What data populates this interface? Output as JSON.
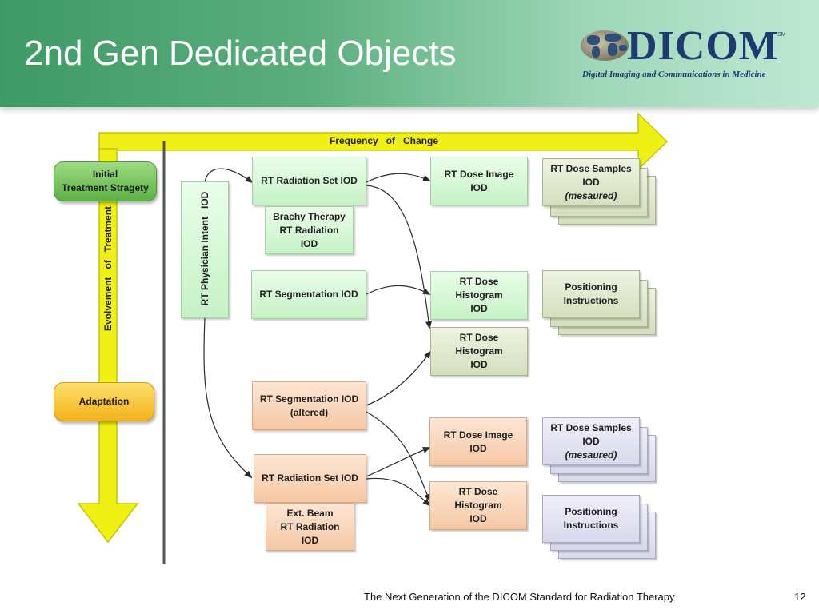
{
  "header": {
    "title": "2nd Gen Dedicated Objects"
  },
  "logo": {
    "word": "DICOM",
    "sm": "SM",
    "tagline": "Digital Imaging and Communications in Medicine"
  },
  "axes": {
    "frequency": "Frequency   of   Change",
    "evolvement": "Evolvement   of   Treatment"
  },
  "stages": {
    "initial": [
      "Initial",
      "Treatment Stragety"
    ],
    "adaptation": "Adaptation"
  },
  "physician_intent": "RT Physician Intent   IOD",
  "boxes": {
    "rad_set": "RT Radiation Set  IOD",
    "brachy": [
      "Brachy Therapy",
      "RT Radiation",
      "IOD"
    ],
    "dose_image": [
      "RT Dose Image",
      "IOD"
    ],
    "dose_samples": [
      "RT Dose Samples",
      "IOD",
      "(mesaured)"
    ],
    "seg": "RT Segmentation  IOD",
    "dose_hist_1": [
      "RT Dose",
      "Histogram",
      "IOD"
    ],
    "positioning_1": [
      "Positioning",
      "Instructions"
    ],
    "dose_hist_2": [
      "RT Dose",
      "Histogram",
      "IOD"
    ],
    "seg_altered": [
      "RT Segmentation  IOD",
      "(altered)"
    ],
    "dose_image_2": [
      "RT Dose Image",
      "IOD"
    ],
    "dose_samples_2": [
      "RT Dose Samples",
      "IOD",
      "(mesaured)"
    ],
    "rad_set_2": "RT Radiation Set  IOD",
    "dose_hist_3": [
      "RT Dose",
      "Histogram",
      "IOD"
    ],
    "positioning_2": [
      "Positioning",
      "Instructions"
    ],
    "ext_beam": [
      "Ext. Beam",
      "RT Radiation",
      "IOD"
    ]
  },
  "footer": {
    "text": "The Next Generation of the DICOM Standard for Radiation Therapy",
    "page": "12"
  }
}
